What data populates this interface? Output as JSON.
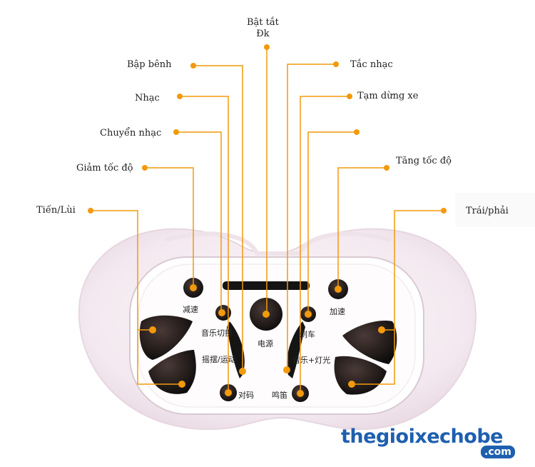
{
  "callouts": {
    "power": {
      "line1": "Bật tắt",
      "line2": "Đk"
    },
    "rocking": "Bập bênh",
    "music": "Nhạc",
    "music_switch": "Chuyển nhạc",
    "slow_down": "Giảm tốc độ",
    "forward_back": "Tiến/Lùi",
    "stop_music": "Tắc nhạc",
    "pause": "Tạm dừng xe",
    "speed_up": "Tăng tốc độ",
    "left_right": "Trái/phải"
  },
  "panel": {
    "slow": "减速",
    "fast": "加速",
    "music_switch": "音乐切换",
    "power": "电源",
    "brake": "刹车",
    "swing": "摇摆/运动",
    "music_light": "音乐+灯光",
    "pair": "对码",
    "horn": "鸣笛"
  },
  "watermark": {
    "main": "thegioixechobe",
    "sub": ".com"
  },
  "colors": {
    "accent": "#f29a0c",
    "button": "#1a1a1a",
    "shell": "#f6eef3",
    "brand": "#1e5fae"
  }
}
